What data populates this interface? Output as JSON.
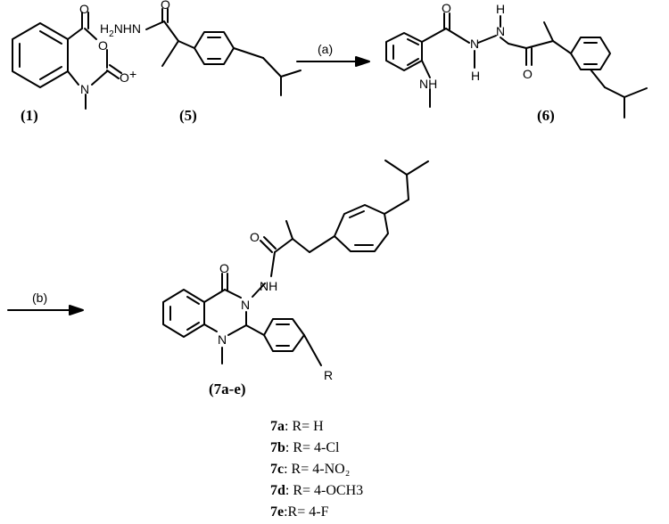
{
  "compounds": {
    "c1": {
      "label": "(1)"
    },
    "c5": {
      "label": "(5)",
      "hydrazide": "H2NHN"
    },
    "c6": {
      "label": "(6)"
    },
    "c7": {
      "label": "(7a-e)",
      "r_group": "R"
    }
  },
  "atoms": {
    "O": "O",
    "N": "N",
    "NH": "NH",
    "H": "H"
  },
  "conditions": {
    "a": "(a)",
    "b": "(b)"
  },
  "plus": "+",
  "variants": [
    {
      "id": "7a",
      "text": ": R=  H"
    },
    {
      "id": "7b",
      "text": ": R= 4-Cl"
    },
    {
      "id": "7c",
      "text": ": R=  4-NO₂"
    },
    {
      "id": "7d",
      "text": ": R= 4-OCH3"
    },
    {
      "id": "7e",
      "text": ":R= 4-F"
    }
  ]
}
